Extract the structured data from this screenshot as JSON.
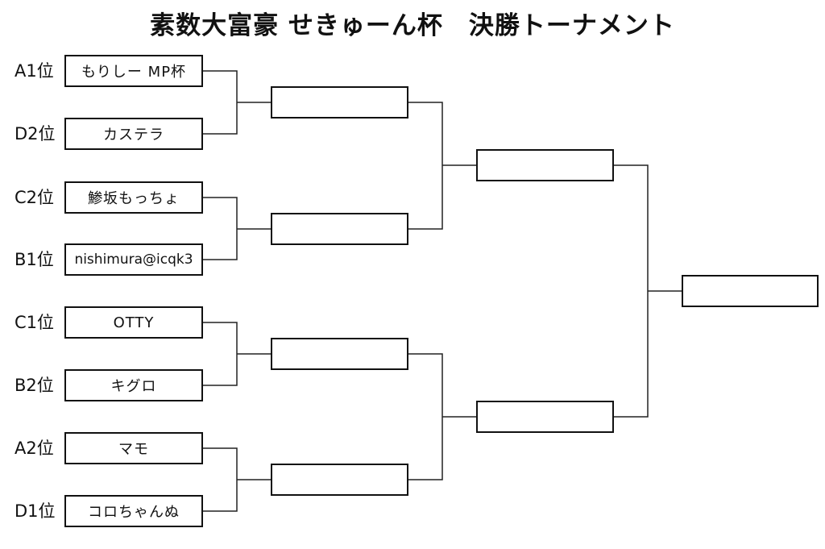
{
  "title": "素数大富豪 せきゅーん杯　決勝トーナメント",
  "entries": [
    {
      "seed": "A1位",
      "name": "もりしー MP杯"
    },
    {
      "seed": "D2位",
      "name": "カステラ"
    },
    {
      "seed": "C2位",
      "name": "鯵坂もっちょ"
    },
    {
      "seed": "B1位",
      "name": "nishimura@icqk3"
    },
    {
      "seed": "C1位",
      "name": "OTTY"
    },
    {
      "seed": "B2位",
      "name": "キグロ"
    },
    {
      "seed": "A2位",
      "name": "マモ"
    },
    {
      "seed": "D1位",
      "name": "コロちゃんぬ"
    }
  ],
  "round1_winners": [
    "",
    "",
    "",
    ""
  ],
  "semifinal_winners": [
    "",
    ""
  ],
  "champion": ""
}
